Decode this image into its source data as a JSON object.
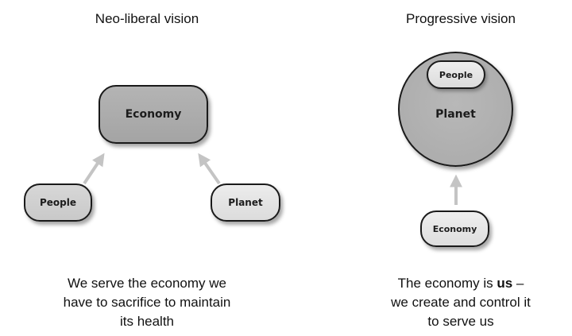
{
  "left_panel": {
    "heading": "Neo-liberal vision",
    "nodes": {
      "economy": "Economy",
      "people": "People",
      "planet": "Planet"
    },
    "caption_lines": [
      "We serve the economy we",
      "have to sacrifice to maintain",
      "its health"
    ]
  },
  "right_panel": {
    "heading": "Progressive vision",
    "nodes": {
      "planet": "Planet",
      "people": "People",
      "economy": "Economy"
    },
    "caption": {
      "line1_prefix": "The economy is ",
      "line1_bold": "us",
      "line1_suffix": " –",
      "line2": "we create and control it",
      "line3": "to serve us"
    }
  },
  "colors": {
    "arrow": "#c4c4c4",
    "node_dark": "#aaaaaa",
    "node_light": "#e2e2e2"
  }
}
